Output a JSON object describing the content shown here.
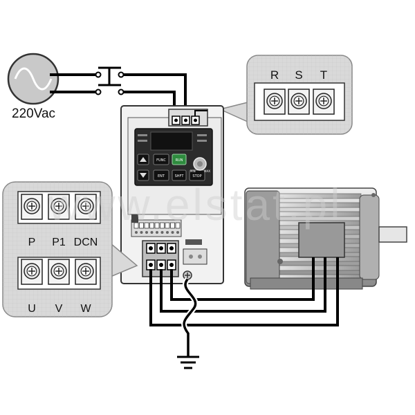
{
  "source": {
    "voltage_label": "220Vac"
  },
  "input_terminals": {
    "labels": [
      "R",
      "S",
      "T"
    ]
  },
  "dc_terminals": {
    "labels": [
      "P",
      "P1",
      "DCN"
    ]
  },
  "output_terminals": {
    "labels": [
      "U",
      "V",
      "W"
    ]
  },
  "keypad": {
    "buttons": [
      "FUNC",
      "ENT",
      "RUN",
      "SHFT",
      "STOP"
    ],
    "knob_labels": [
      "MIN",
      "MAX"
    ]
  },
  "watermark": {
    "text": "www.elstat.pl"
  },
  "colors": {
    "wire": "#000000",
    "callout_fill": "#d9d9d9",
    "grid_line": "#c4c4c4",
    "run_button": "#2e8b3e"
  }
}
